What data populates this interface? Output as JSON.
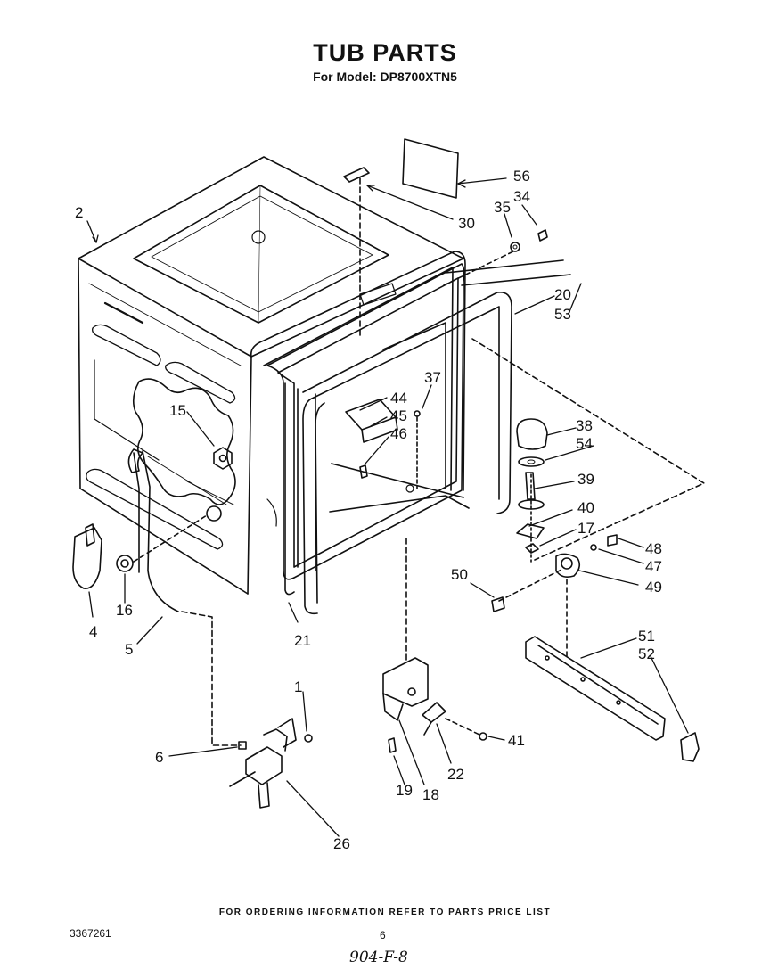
{
  "header": {
    "title": "TUB PARTS",
    "model_line": "For Model: DP8700XTN5"
  },
  "callouts": [
    "2",
    "56",
    "34",
    "35",
    "30",
    "20",
    "53",
    "37",
    "44",
    "45",
    "46",
    "15",
    "38",
    "54",
    "39",
    "40",
    "17",
    "48",
    "47",
    "49",
    "50",
    "16",
    "4",
    "5",
    "21",
    "51",
    "52",
    "1",
    "41",
    "6",
    "22",
    "19",
    "18",
    "26"
  ],
  "footer": {
    "ordering_note": "FOR ORDERING INFORMATION REFER TO PARTS PRICE LIST",
    "doc_number": "3367261",
    "page_number": "6",
    "handwritten_note": "904-F-8"
  }
}
